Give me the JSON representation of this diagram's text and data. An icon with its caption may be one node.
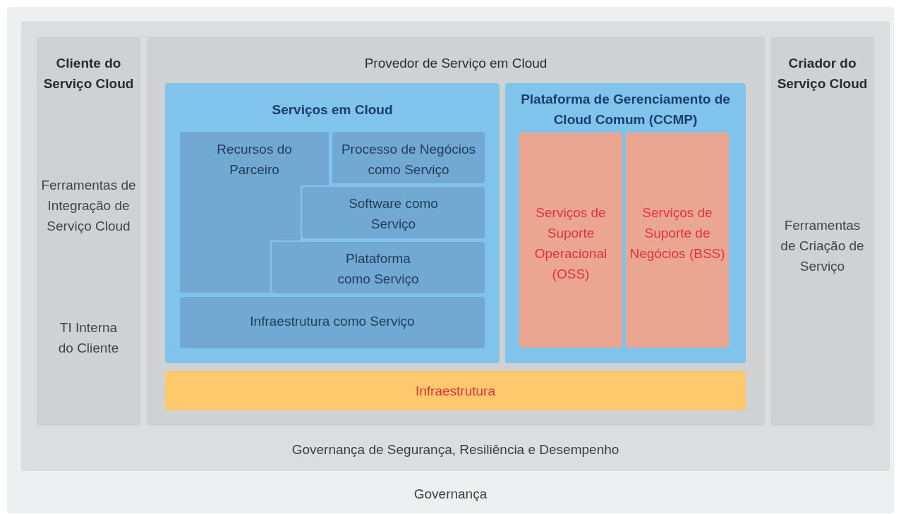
{
  "diagram": {
    "nodes": [
      {
        "text": [
          "Governança"
        ]
      },
      {
        "text": [
          "Governança de Segurança, Resiliência e Desempenho"
        ],
        "in": 0
      },
      {
        "text": [
          "Cliente do Serviço Cloud",
          "Ferramentas de Integração de Serviço Cloud",
          "TI Interna do Cliente"
        ],
        "in": 1
      },
      {
        "text": [
          "Provedor de Serviço em Cloud"
        ],
        "in": 1
      },
      {
        "text": [
          "Serviços em Cloud"
        ],
        "in": 3
      },
      {
        "text": [
          "Recursos do Parceiro"
        ],
        "in": 4
      },
      {
        "text": [
          "Processo de Negócios como Serviço"
        ],
        "in": 4
      },
      {
        "text": [
          "Software como Serviço"
        ],
        "in": 4
      },
      {
        "text": [
          "Plataforma como Serviço"
        ],
        "in": 4
      },
      {
        "text": [
          "Infraestrutura como Serviço"
        ],
        "in": 4
      },
      {
        "text": [
          "Plataforma de Gerenciamento de Cloud Comum (CCMP)"
        ],
        "in": 3
      },
      {
        "text": [
          "Serviços de Suporte Operacional (OSS)"
        ],
        "in": 10
      },
      {
        "text": [
          "Serviços de Suporte de Negócios (BSS)"
        ],
        "in": 10
      },
      {
        "text": [
          "Infraestrutura"
        ],
        "in": 3
      },
      {
        "text": [
          "Criador do Serviço Cloud",
          "Ferramentas de Criação de Serviço"
        ],
        "in": 1
      }
    ]
  }
}
